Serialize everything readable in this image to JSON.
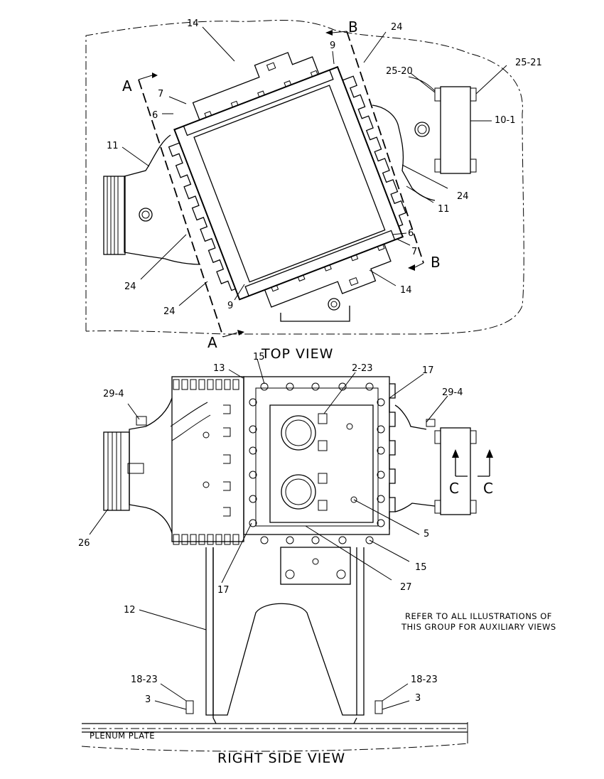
{
  "views": {
    "top": "TOP VIEW",
    "right_side": "RIGHT SIDE VIEW"
  },
  "note": {
    "line1": "REFER TO ALL ILLUSTRATIONS OF",
    "line2": "THIS GROUP FOR AUXILIARY VIEWS"
  },
  "plenum_label": "PLENUM PLATE",
  "sections": {
    "a": "A",
    "b": "B",
    "c": "C"
  },
  "callouts_top": {
    "c14_top": "14",
    "c24_top": "24",
    "c9_top": "9",
    "c25_20": "25-20",
    "c25_21": "25-21",
    "c7_left": "7",
    "c6_left": "6",
    "c11_left": "11",
    "c10_1": "10-1",
    "c24_right": "24",
    "c11_right": "11",
    "c6_right": "6",
    "c7_right": "7",
    "c24_left": "24",
    "c24_bottom": "24",
    "c9_bottom": "9",
    "c14_bottom": "14"
  },
  "callouts_side": {
    "c15_top": "15",
    "c13": "13",
    "c2_23": "2-23",
    "c17_top": "17",
    "c29_4_left": "29-4",
    "c29_4_right": "29-4",
    "c26": "26",
    "c5": "5",
    "c15_bottom": "15",
    "c17_bottom": "17",
    "c27": "27",
    "c12": "12",
    "c18_23_left": "18-23",
    "c3_left": "3",
    "c18_23_right": "18-23",
    "c3_right": "3"
  }
}
